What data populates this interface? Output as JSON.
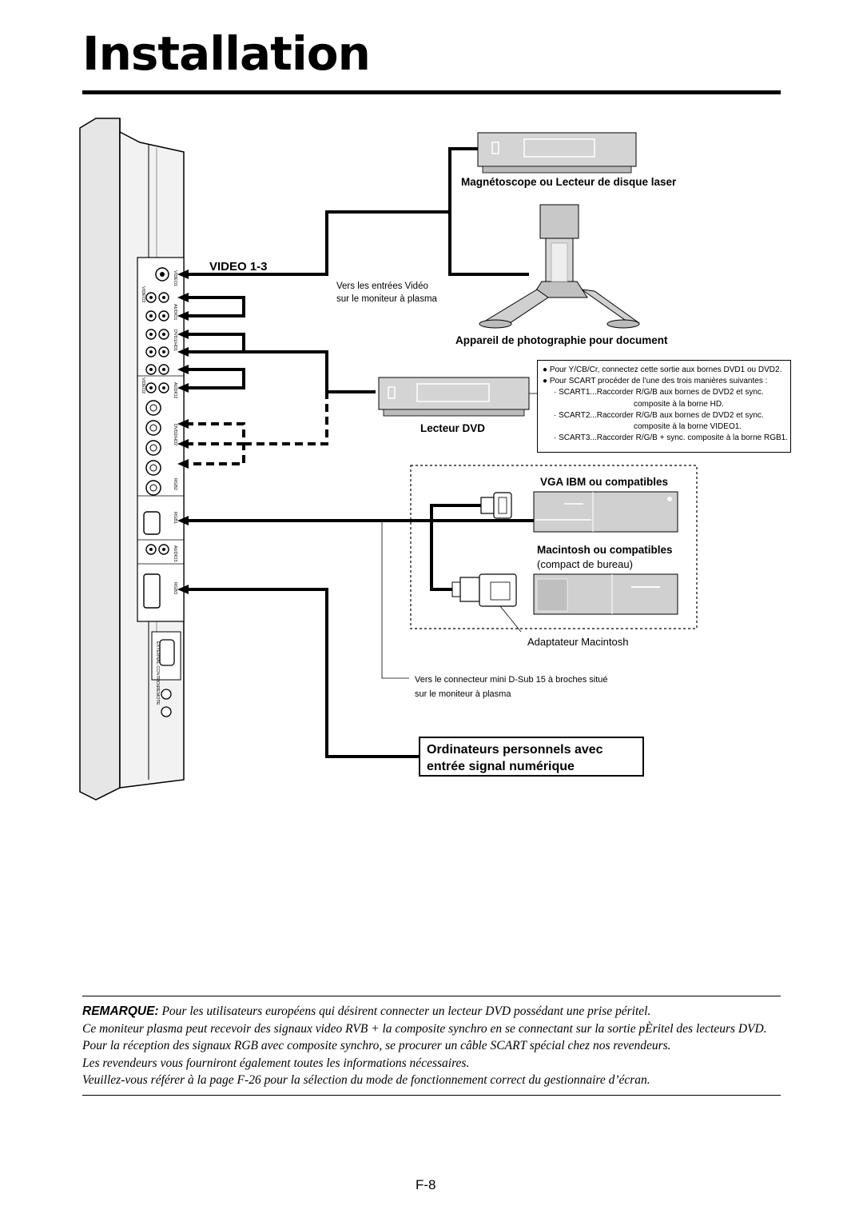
{
  "page": {
    "title": "Installation",
    "page_number": "F-8"
  },
  "diagram": {
    "video_label": "VIDEO 1-3",
    "vcr_label": "Magnétoscope ou Lecteur de disque laser",
    "video_inputs_note_1": "Vers les entrées Vidéo",
    "video_inputs_note_2": "sur le moniteur à plasma",
    "doc_camera_label": "Appareil de photographie pour document",
    "dvd_label": "Lecteur DVD",
    "vga_label": "VGA IBM ou compatibles",
    "mac_label": "Macintosh ou compatibles",
    "mac_sub_label": "(compact de bureau)",
    "mac_adapter_label": "Adaptateur Macintosh",
    "dsub_note_1": "Vers le connecteur mini D-Sub 15 à broches situé",
    "dsub_note_2": "sur le moniteur à plasma",
    "digital_pc_line_1": "Ordinateurs personnels avec",
    "digital_pc_line_2": "entrée signal numérique"
  },
  "note_box": {
    "line1": "Pour Y/CB/Cr, connectez cette sortie aux bornes DVD1 ou DVD2.",
    "line2": "Pour SCART procéder de l’une des trois manières suivantes :",
    "line3": "· SCART1...Raccorder R/G/B aux bornes de DVD2 et sync.",
    "line4": "composite à la borne HD.",
    "line5": "· SCART2...Raccorder R/G/B aux bornes de DVD2 et sync.",
    "line6": "composite à la borne VIDEO1.",
    "line7": "· SCART3...Raccorder R/G/B + sync. composite à la borne RGB1."
  },
  "remark": {
    "keyword": "REMARQUE:",
    "line1": "Pour les utilisateurs européens qui désirent connecter un lecteur DVD possédant une prise péritel.",
    "line2": "Ce moniteur plasma peut recevoir des signaux video RVB + la composite synchro en se connectant sur la sortie pÈritel des lecteurs DVD.",
    "line3": "Pour la réception des signaux RGB avec composite synchro, se procurer un câble SCART spécial chez nos revendeurs.",
    "line4": "Les revendeurs vous fourniront également toutes les informations nécessaires.",
    "line5": "Veuillez-vous référer à la page F-26 pour la sélection du mode de fonctionnement correct du gestionnaire d’écran."
  },
  "panel_labels": {
    "video1": "VIDEO1",
    "video2": "VIDEO2",
    "video3": "VIDEO3",
    "audio1": "AUDIO1",
    "audio2": "AUDIO2",
    "audio3": "AUDIO3",
    "dvd1": "DVD1/HD1",
    "dvd2": "DVD2/HD2",
    "rgb2": "RGB2",
    "rgb3": "RGB3",
    "rgb1": "RGB1",
    "remote": "REMOTE",
    "ext_control": "EXTERNAL CONTROL"
  }
}
